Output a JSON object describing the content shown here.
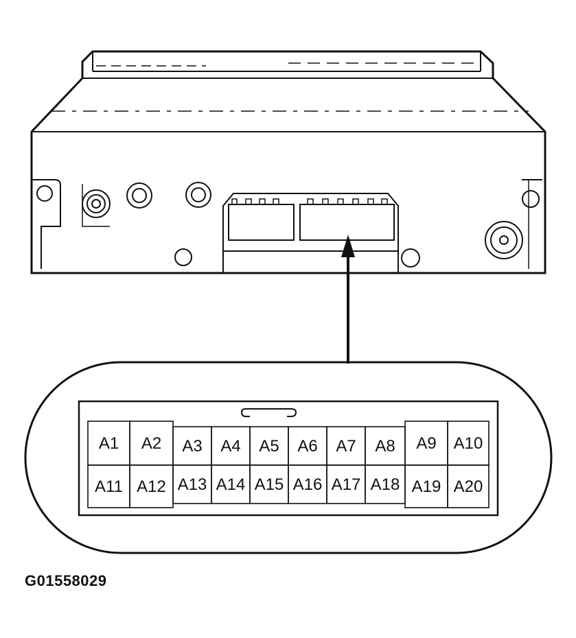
{
  "figure_code": "G01558029",
  "connector": {
    "top_row": [
      "A1",
      "A2",
      "A3",
      "A4",
      "A5",
      "A6",
      "A7",
      "A8",
      "A9",
      "A10"
    ],
    "bottom_row": [
      "A11",
      "A12",
      "A13",
      "A14",
      "A15",
      "A16",
      "A17",
      "A18",
      "A19",
      "A20"
    ]
  },
  "colors": {
    "line": "#111111",
    "background": "#ffffff"
  }
}
